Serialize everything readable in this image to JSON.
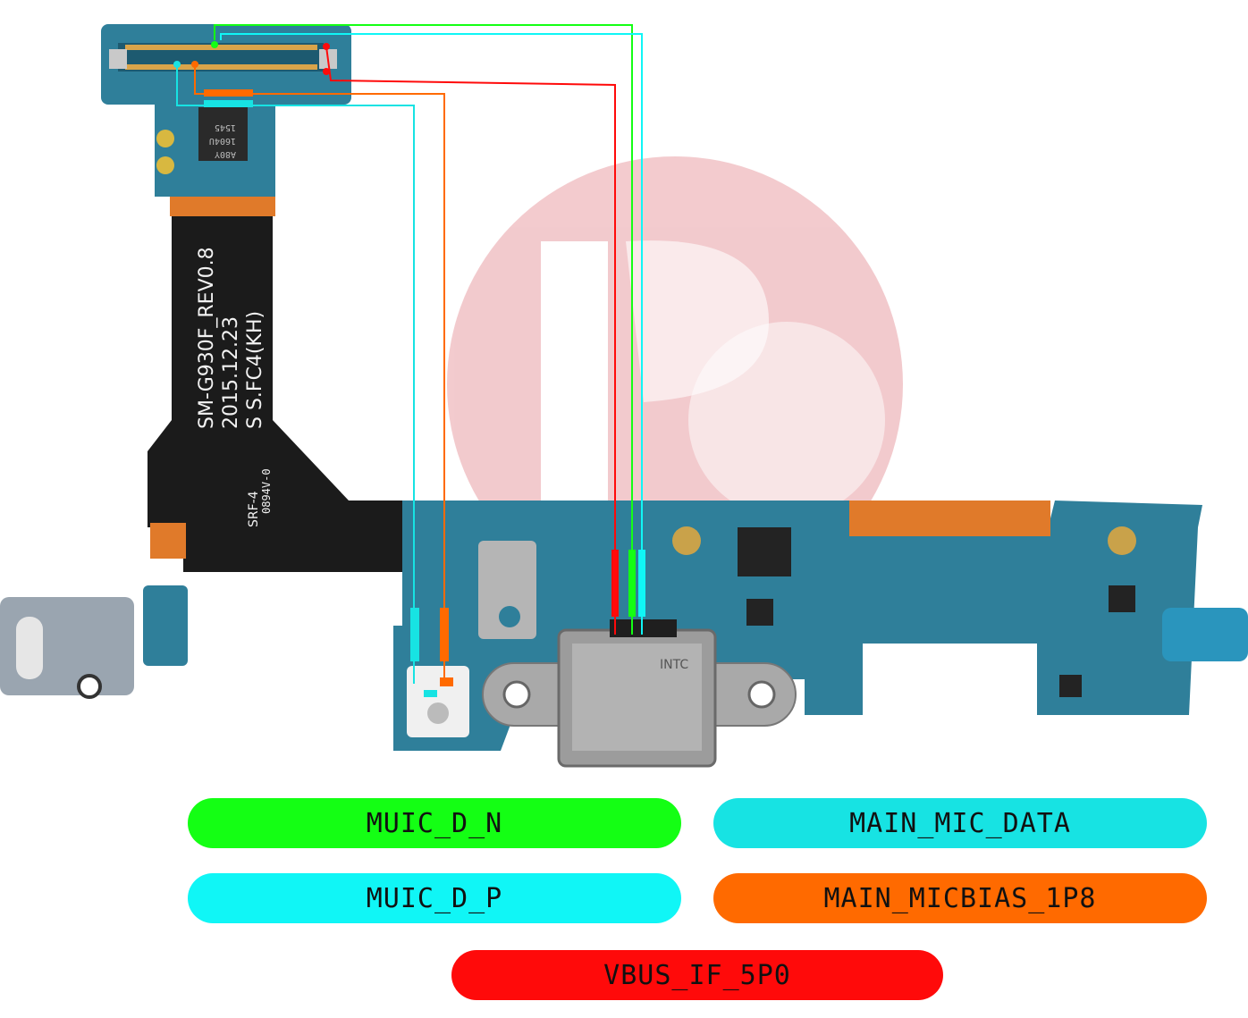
{
  "board_text": {
    "model": "SM-G930F_REV0.8",
    "date": "2015.12.23",
    "maker": "S S.FC4(KH)",
    "part_code": "SRF-4",
    "part_code_2": "0894V-0",
    "ic_marking_1": "A80Y",
    "ic_marking_2": "1604U",
    "ic_marking_3": "1545",
    "connector_marking": "INTC"
  },
  "nets": [
    {
      "id": "muic_d_n",
      "label": "MUIC_D_N",
      "color": "#14ff14"
    },
    {
      "id": "main_mic_data",
      "label": "MAIN_MIC_DATA",
      "color": "#17e3e3"
    },
    {
      "id": "muic_d_p",
      "label": "MUIC_D_P",
      "color": "#10f6f6"
    },
    {
      "id": "main_micbias_1p8",
      "label": "MAIN_MICBIAS_1P8",
      "color": "#ff6a00"
    },
    {
      "id": "vbus_if_5p0",
      "label": "VBUS_IF_5P0",
      "color": "#ff0a0a"
    }
  ],
  "colors": {
    "pcb": "#2f7f9a",
    "pcb_dark": "#1d5a70",
    "flex": "#1b1b1b",
    "flex_copper": "#e07a2a",
    "watermark": "#e9a0a6"
  }
}
